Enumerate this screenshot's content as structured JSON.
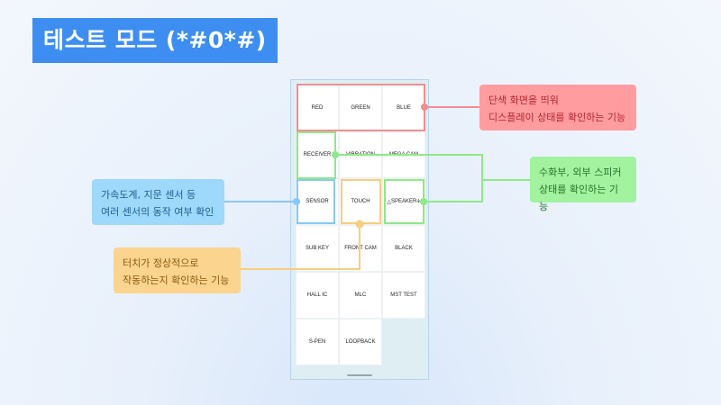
{
  "title": "테스트 모드 (*#0*#)",
  "colors": {
    "title_bg": "#3d8ef0",
    "red": "#ef8e93",
    "green": "#8fe889",
    "blue": "#86c9f7",
    "yellow": "#f7cd80"
  },
  "menu": {
    "rows": [
      [
        "RED",
        "GREEN",
        "BLUE"
      ],
      [
        "RECEIVER",
        "VIBRATION",
        "MEGA CAM"
      ],
      [
        "SENSOR",
        "TOUCH",
        "SPEAKER"
      ],
      [
        "SUB KEY",
        "FRONT CAM",
        "BLACK"
      ],
      [
        "HALL IC",
        "MLC",
        "MST TEST"
      ],
      [
        "S-PEN",
        "LOOPBACK",
        ""
      ]
    ]
  },
  "annotations": {
    "red": [
      "단색 화면을 띄워",
      "디스플레이 상태를 확인하는 기능"
    ],
    "green": [
      "수화부, 외부 스피커",
      "상태를 확인하는 기능"
    ],
    "blue": [
      "가속도계, 지문 센서 등",
      "여러 센서의 동작 여부 확인"
    ],
    "yellow": [
      "터치가 정상적으로",
      "작동하는지 확인하는 기능"
    ]
  }
}
